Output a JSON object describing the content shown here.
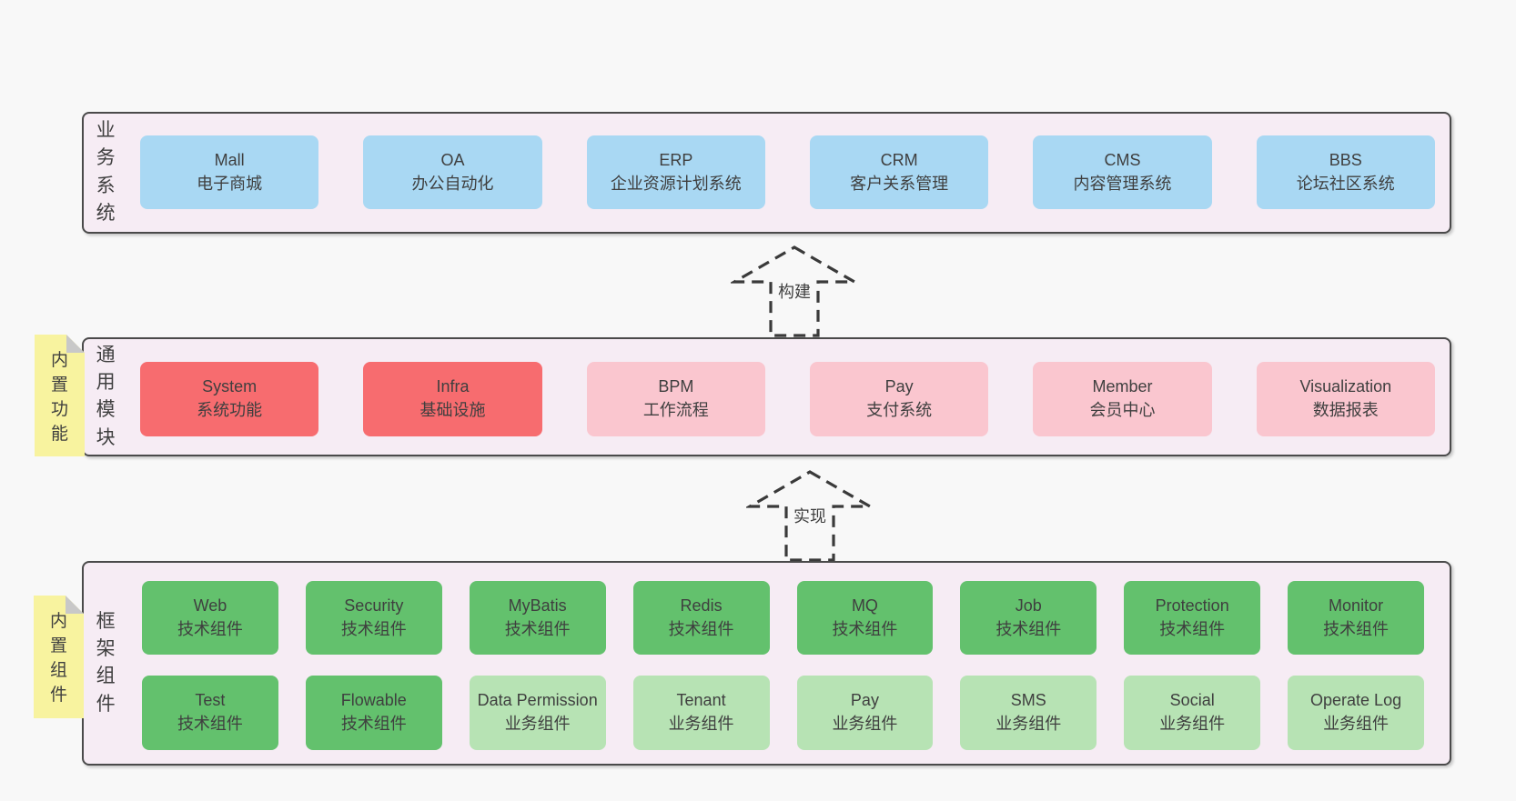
{
  "colors": {
    "page_bg": "#f8f8f8",
    "panel_bg": "#f6ecf4",
    "panel_border": "#4a4a4a",
    "box_blue": "#a9d8f3",
    "box_red": "#f76c6f",
    "box_pink": "#fac6cf",
    "box_green": "#63c16d",
    "box_green_light": "#b7e3b4",
    "note_yellow": "#f8f39f",
    "note_fold_gray": "#c8c8c8",
    "text": "#3f3f3f"
  },
  "layers": [
    {
      "label": "业务系统",
      "boxes": [
        {
          "name": "Mall",
          "desc": "电子商城",
          "variant": "blue"
        },
        {
          "name": "OA",
          "desc": "办公自动化",
          "variant": "blue"
        },
        {
          "name": "ERP",
          "desc": "企业资源计划系统",
          "variant": "blue"
        },
        {
          "name": "CRM",
          "desc": "客户关系管理",
          "variant": "blue"
        },
        {
          "name": "CMS",
          "desc": "内容管理系统",
          "variant": "blue"
        },
        {
          "name": "BBS",
          "desc": "论坛社区系统",
          "variant": "blue"
        }
      ]
    },
    {
      "label": "通用模块",
      "note": "内置功能",
      "boxes": [
        {
          "name": "System",
          "desc": "系统功能",
          "variant": "red"
        },
        {
          "name": "Infra",
          "desc": "基础设施",
          "variant": "red"
        },
        {
          "name": "BPM",
          "desc": "工作流程",
          "variant": "pink"
        },
        {
          "name": "Pay",
          "desc": "支付系统",
          "variant": "pink"
        },
        {
          "name": "Member",
          "desc": "会员中心",
          "variant": "pink"
        },
        {
          "name": "Visualization",
          "desc": "数据报表",
          "variant": "pink"
        }
      ]
    },
    {
      "label": "框架组件",
      "note": "内置组件",
      "rows": [
        [
          {
            "name": "Web",
            "desc": "技术组件",
            "variant": "green"
          },
          {
            "name": "Security",
            "desc": "技术组件",
            "variant": "green"
          },
          {
            "name": "MyBatis",
            "desc": "技术组件",
            "variant": "green"
          },
          {
            "name": "Redis",
            "desc": "技术组件",
            "variant": "green"
          },
          {
            "name": "MQ",
            "desc": "技术组件",
            "variant": "green"
          },
          {
            "name": "Job",
            "desc": "技术组件",
            "variant": "green"
          },
          {
            "name": "Protection",
            "desc": "技术组件",
            "variant": "green"
          },
          {
            "name": "Monitor",
            "desc": "技术组件",
            "variant": "green"
          }
        ],
        [
          {
            "name": "Test",
            "desc": "技术组件",
            "variant": "green"
          },
          {
            "name": "Flowable",
            "desc": "技术组件",
            "variant": "green"
          },
          {
            "name": "Data Permission",
            "desc": "业务组件",
            "variant": "green-light"
          },
          {
            "name": "Tenant",
            "desc": "业务组件",
            "variant": "green-light"
          },
          {
            "name": "Pay",
            "desc": "业务组件",
            "variant": "green-light"
          },
          {
            "name": "SMS",
            "desc": "业务组件",
            "variant": "green-light"
          },
          {
            "name": "Social",
            "desc": "业务组件",
            "variant": "green-light"
          },
          {
            "name": "Operate Log",
            "desc": "业务组件",
            "variant": "green-light"
          }
        ]
      ]
    }
  ],
  "arrows": [
    {
      "label": "构建"
    },
    {
      "label": "实现"
    }
  ]
}
